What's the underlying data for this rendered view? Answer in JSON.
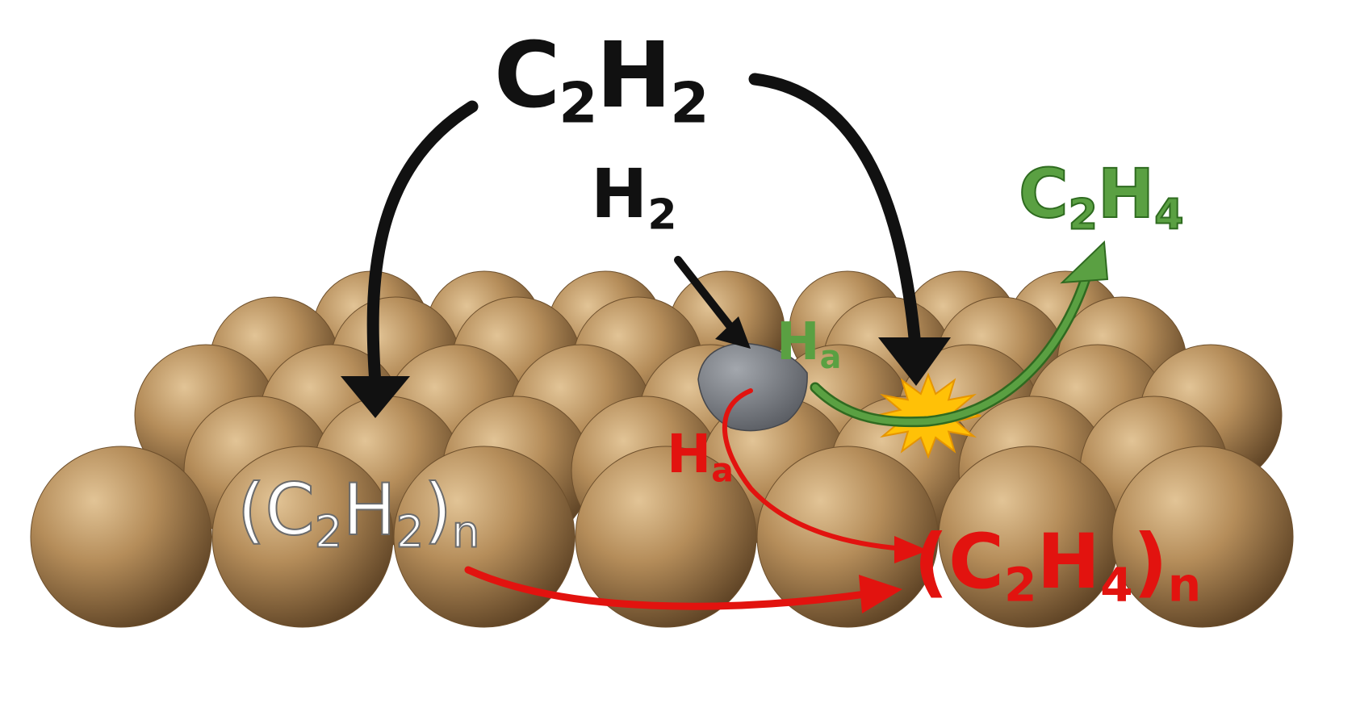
{
  "labels": {
    "acetylene": {
      "base": "C",
      "sub1": "2",
      "mid": "H",
      "sub2": "2"
    },
    "hydrogen": {
      "base": "H",
      "sub1": "2"
    },
    "ethylene": {
      "base": "C",
      "sub1": "2",
      "mid": "H",
      "sub2": "4"
    },
    "adsorbed_h_green": {
      "base": "H",
      "sub1": "a"
    },
    "adsorbed_h_red": {
      "base": "H",
      "sub1": "a"
    },
    "polymer_acetylene": {
      "open": "(C",
      "sub1": "2",
      "mid": "H",
      "sub2": "2",
      "close": ")",
      "sub3": "n"
    },
    "polymer_ethylene": {
      "open": "(C",
      "sub1": "2",
      "mid": "H",
      "sub2": "4",
      "close": ")",
      "sub3": "n"
    }
  },
  "colors": {
    "sphere": "#b8905c",
    "sphere_light": "#d8b888",
    "sphere_dark": "#6d4f2c",
    "active_site": "#7a7e86",
    "reaction_star": "#ffc107",
    "black_arrow": "#111111",
    "green_arrow": "#5aa042",
    "red_arrow": "#e2130f"
  }
}
